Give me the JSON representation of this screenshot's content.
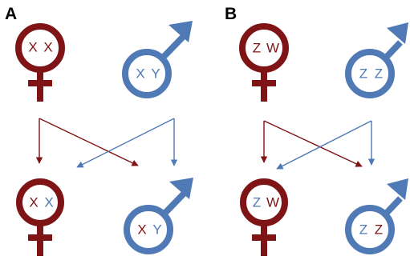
{
  "colors": {
    "female": "#7f1416",
    "male": "#4f7ab5",
    "background": "#ffffff",
    "label": "#000000"
  },
  "panels": [
    {
      "label": "A",
      "parent_female": [
        "X",
        "X"
      ],
      "parent_male": [
        "X",
        "Y"
      ],
      "offspring_female": [
        "X",
        "X"
      ],
      "offspring_male": [
        "X",
        "Y"
      ]
    },
    {
      "label": "B",
      "parent_female": [
        "Z",
        "W"
      ],
      "parent_male": [
        "Z",
        "Z"
      ],
      "offspring_female": [
        "Z",
        "W"
      ],
      "offspring_male": [
        "Z",
        "Z"
      ]
    }
  ]
}
